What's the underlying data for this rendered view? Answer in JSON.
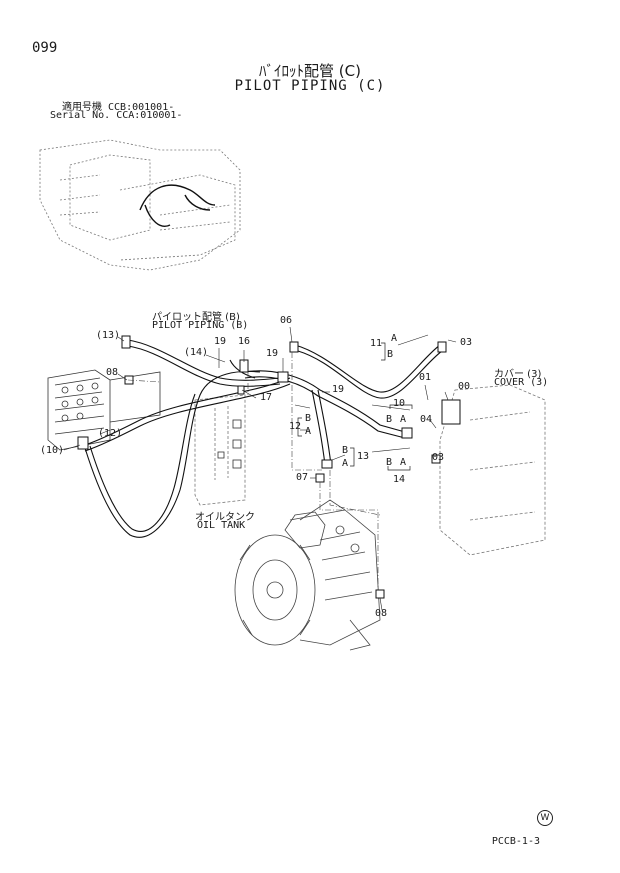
{
  "header": {
    "page_number": "099",
    "title_jp": "ﾊﾞｲﾛｯﾄ配管 (C)",
    "title_en": "PILOT PIPING (C)"
  },
  "serial": {
    "line1": "適用号機  CCB:001001-",
    "line2": "Serial No. CCA:010001-"
  },
  "callouts": {
    "pilot_piping_b_jp": "パイロット配管 (B)",
    "pilot_piping_b_en": "PILOT PIPING (B)",
    "oil_tank_jp": "オイルタンク",
    "oil_tank_en": "OIL TANK",
    "cover_jp": "カバー (3)",
    "cover_en": "COVER (3)"
  },
  "part_labels": {
    "p13a": "(13)",
    "p08a": "08",
    "p10": "(10)",
    "p12a": "(12)",
    "p14a": "(14)",
    "p19a": "19",
    "p16": "16",
    "p17": "17",
    "p06": "06",
    "p19b": "19",
    "p19c": "19",
    "p11": "11",
    "p11A": "A",
    "p11B": "B",
    "p03a": "03",
    "p01": "01",
    "p00": "00",
    "p10b": "10",
    "p10B": "B",
    "p10A": "A",
    "p04": "04",
    "p12b": "12",
    "p12B": "B",
    "p12A": "A",
    "p13b": "13",
    "p13B": "B",
    "p13A": "A",
    "p07": "07",
    "p14b": "14",
    "p14B": "B",
    "p14A": "A",
    "p03b": "03",
    "p08b": "08"
  },
  "footer": {
    "code": "PCCB-1-3",
    "mark": "W"
  }
}
